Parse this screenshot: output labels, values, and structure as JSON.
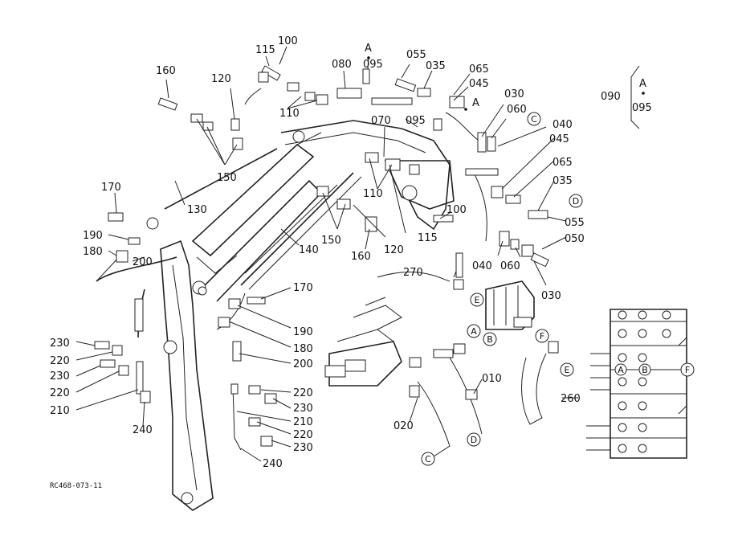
{
  "reference": "RC468-073-11",
  "part_labels": [
    "160",
    "115",
    "100",
    "080",
    "095",
    "055",
    "035",
    "065",
    "045",
    "120",
    "110",
    "150",
    "130",
    "170",
    "190",
    "180",
    "200",
    "070",
    "095",
    "110",
    "120",
    "115",
    "100",
    "160",
    "150",
    "140",
    "030",
    "060",
    "040",
    "045",
    "065",
    "035",
    "055",
    "050",
    "040",
    "060",
    "030",
    "270",
    "170",
    "190",
    "180",
    "200",
    "230",
    "220",
    "230",
    "220",
    "210",
    "240",
    "220",
    "230",
    "210",
    "220",
    "230",
    "240",
    "010",
    "020",
    "260",
    "090",
    "095"
  ],
  "section_marker": "A",
  "callouts": [
    "C",
    "D",
    "E",
    "A",
    "B",
    "F",
    "D",
    "C",
    "E",
    "A",
    "B",
    "F"
  ]
}
